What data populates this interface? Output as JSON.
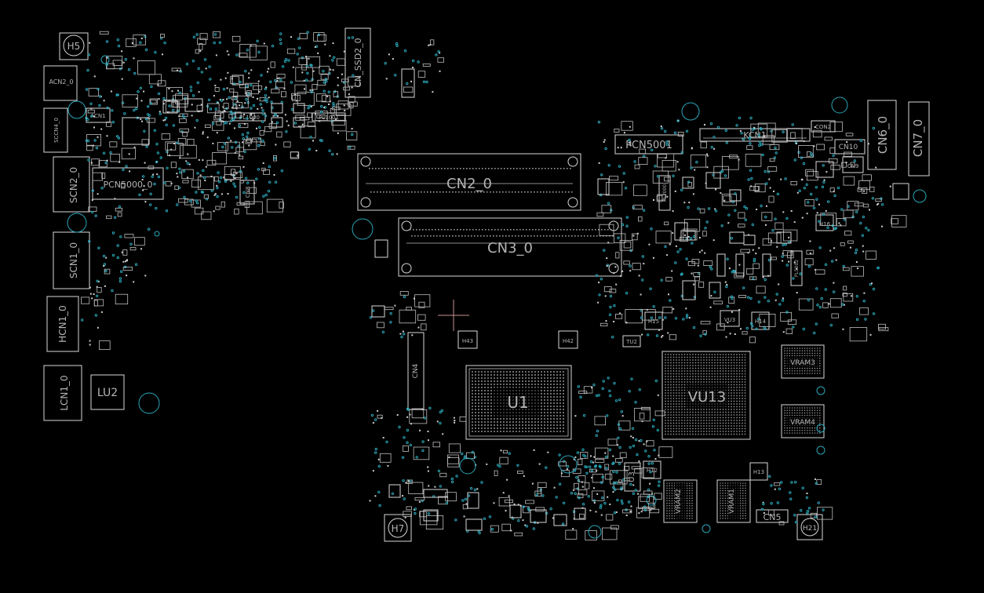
{
  "view": {
    "title": "",
    "background": "#000000",
    "outline_color": "#d8d8d8",
    "label_color": "#b4b4b4",
    "via_color": "#2aa6b8",
    "cursor_color": "#c89090"
  },
  "labels": {
    "H5": "H5",
    "ACN2_0": "ACN2_0",
    "ACN1": "ACN1",
    "SCCN4_0": "SCCN4_0",
    "SCN2_0": "SCN2_0",
    "PCN5000_0": "PCN5000_0",
    "SCN1_0": "SCN1_0",
    "HCN1_0": "HCN1_0",
    "LCN1_0": "LCN1_0",
    "LU2": "LU2",
    "PL1000": "PL1000",
    "PL1001": "PL1001",
    "CN8": "CN8",
    "CN_SSD2_0": "CN_SSD2_0",
    "CN2_0": "CN2_0",
    "CN3_0": "CN3_0",
    "CN4": "CN4",
    "H43": "H43",
    "H42": "H42",
    "U1": "U1",
    "PCN5001": "PCN5001",
    "KCN1": "KCN1",
    "CON2": "CON2",
    "CN10": "CN10",
    "CN9": "CN9",
    "CN6_0": "CN6_0",
    "CN7_0": "CN7_0",
    "H16": "H16",
    "H15": "H15",
    "VU3": "VU3",
    "H14": "H14",
    "TU2": "TU2",
    "VU13": "VU13",
    "VRAM3": "VRAM3",
    "VRAM4": "VRAM4",
    "VRAM2": "VRAM2",
    "VRAM1": "VRAM1",
    "U3": "U3",
    "H12": "H12",
    "H13": "H13",
    "CN5": "CN5",
    "H7": "H7",
    "H21": "H21",
    "PL2000": "PL2000",
    "PL5002": "PL5002"
  }
}
